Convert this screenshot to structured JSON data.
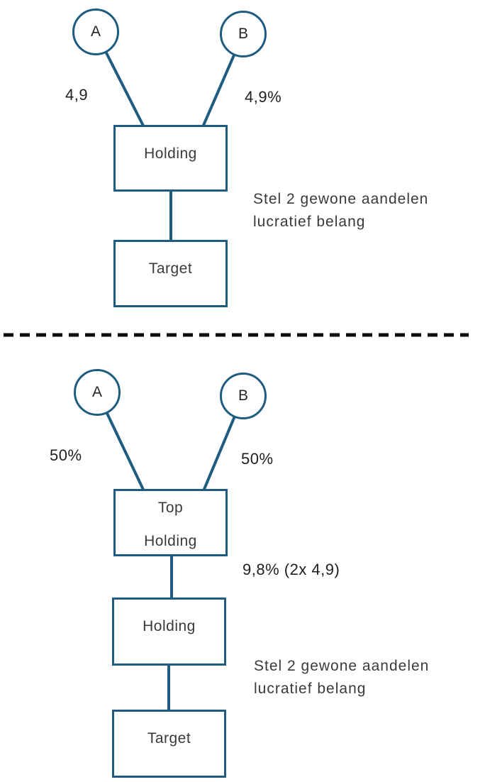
{
  "colors": {
    "shape_stroke": "#1e5c82",
    "separator": "#0a0a0a",
    "text": "#3a3a3a"
  },
  "top_diagram": {
    "shareholder_a": "A",
    "shareholder_b": "B",
    "stake_a": "4,9",
    "stake_b": "4,9%",
    "holding_box": "Holding",
    "target_box": "Target",
    "annotation_line1": "Stel 2 gewone aandelen",
    "annotation_line2": "lucratief belang"
  },
  "bottom_diagram": {
    "shareholder_a": "A",
    "shareholder_b": "B",
    "stake_a": "50%",
    "stake_b": "50%",
    "top_holding_line1": "Top",
    "top_holding_line2": "Holding",
    "intermediate_stake": "9,8% (2x 4,9)",
    "holding_box": "Holding",
    "target_box": "Target",
    "annotation_line1": "Stel 2 gewone aandelen",
    "annotation_line2": "lucratief belang"
  }
}
